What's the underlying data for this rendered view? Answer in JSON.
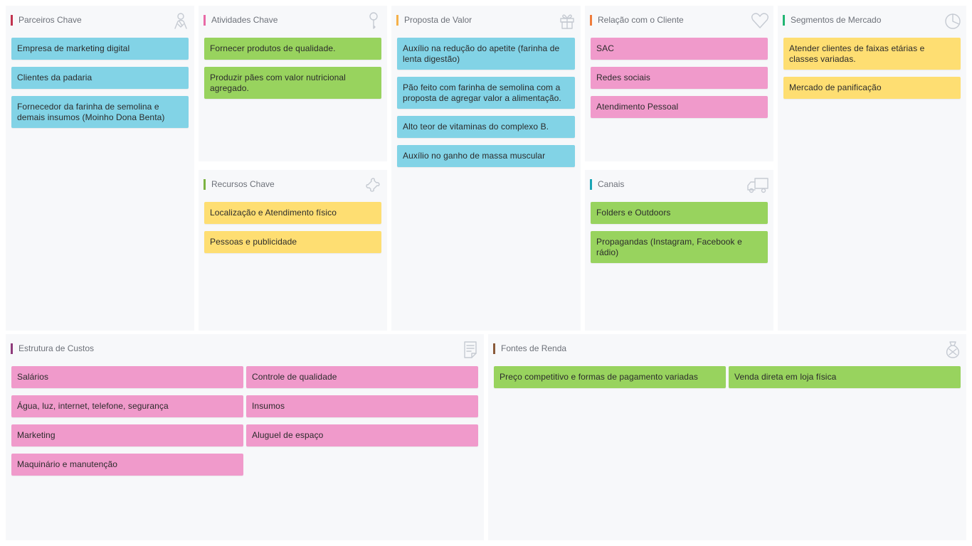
{
  "colors": {
    "card_blue": "#82d3e6",
    "card_green": "#98d35e",
    "card_pink": "#f09acb",
    "card_yellow": "#fede72",
    "panel_bg": "#f7f8fa"
  },
  "parceiros": {
    "title": "Parceiros Chave",
    "accent": "#c2334f",
    "icon": "handshake-icon",
    "items": [
      "Empresa de marketing digital",
      "Clientes da padaria",
      "Fornecedor da farinha de semolina e demais insumos (Moinho Dona Benta)"
    ]
  },
  "atividades": {
    "title": "Atividades Chave",
    "accent": "#e86aa6",
    "icon": "key-icon",
    "items": [
      "Fornecer produtos de qualidade.",
      "Produzir pães com valor nutricional agregado."
    ]
  },
  "recursos": {
    "title": "Recursos Chave",
    "accent": "#7cb342",
    "icon": "puzzle-icon",
    "items": [
      "Localização e Atendimento físico",
      "Pessoas e publicidade"
    ]
  },
  "proposta": {
    "title": "Proposta de Valor",
    "accent": "#f5b14a",
    "icon": "gift-icon",
    "items": [
      "Auxílio na redução do apetite (farinha de lenta digestão)",
      "Pão feito com farinha de semolina com a proposta de agregar valor a alimentação.",
      "Alto teor de vitaminas do complexo B.",
      "Auxílio no ganho de massa muscular"
    ]
  },
  "relacao": {
    "title": "Relação com o Cliente",
    "accent": "#ef7d3c",
    "icon": "heart-icon",
    "items": [
      "SAC",
      "Redes sociais",
      "Atendimento Pessoal"
    ]
  },
  "canais": {
    "title": "Canais",
    "accent": "#1ba5b5",
    "icon": "truck-icon",
    "items": [
      "Folders e Outdoors",
      "Propagandas (Instagram, Facebook e rádio)"
    ]
  },
  "segmentos": {
    "title": "Segmentos de Mercado",
    "accent": "#22b573",
    "icon": "pie-chart-icon",
    "items": [
      "Atender clientes de faixas etárias e classes variadas.",
      "Mercado de panificação"
    ]
  },
  "custos": {
    "title": "Estrutura de Custos",
    "accent": "#8e3a7a",
    "icon": "document-icon",
    "items": [
      "Salários",
      "Controle de qualidade",
      "Água, luz, internet, telefone, segurança",
      "Insumos",
      "Marketing",
      "Aluguel de espaço",
      "Maquinário e manutenção"
    ]
  },
  "renda": {
    "title": "Fontes de Renda",
    "accent": "#8a5a3a",
    "icon": "money-bag-icon",
    "items": [
      "Preço competitivo e formas de pagamento variadas",
      "Venda direta em loja física"
    ]
  }
}
